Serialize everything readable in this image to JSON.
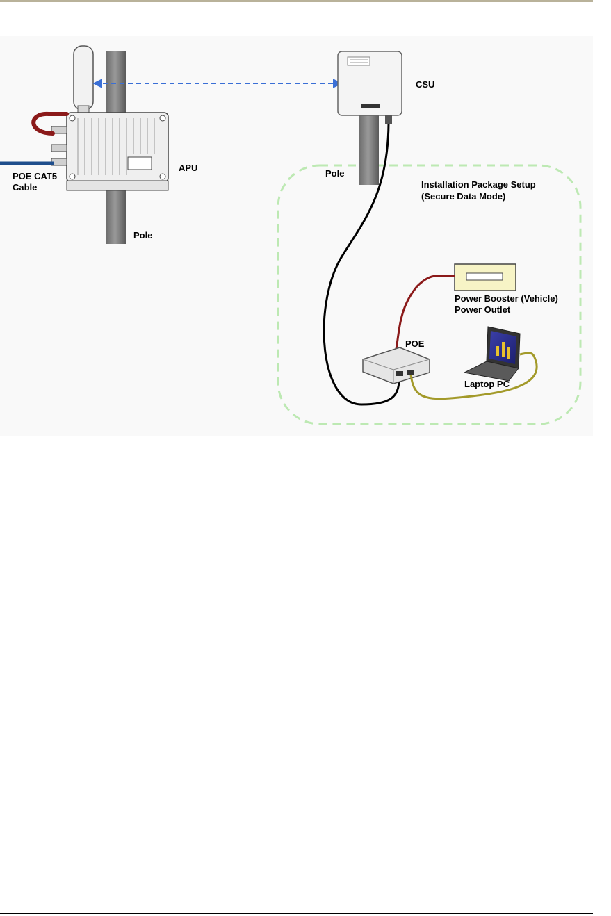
{
  "labels": {
    "csu": "CSU",
    "apu": "APU",
    "poe_cable_line1": "POE CAT5",
    "poe_cable_line2": "Cable",
    "pole_apu": "Pole",
    "pole_csu": "Pole",
    "package_line1": "Installation Package Setup",
    "package_line2": "(Secure Data Mode)",
    "booster_line1": "Power Booster (Vehicle)",
    "booster_line2": "Power Outlet",
    "poe": "POE",
    "laptop": "Laptop PC"
  },
  "colors": {
    "background": "#f9f9f9",
    "wireless_link": "#3a6fd6",
    "package_outline": "#bde9b3",
    "power_cable": "#8b1a1a",
    "data_cable_csu": "#000000",
    "data_cable_laptop": "#a39a2a",
    "poe_cat5_cable": "#1f4e8c",
    "booster_fill": "#f7f4c6"
  },
  "icons": {
    "apu": "outdoor-access-point-icon",
    "csu": "customer-station-unit-icon",
    "poe": "poe-injector-icon",
    "laptop": "laptop-icon",
    "booster": "power-booster-icon"
  }
}
